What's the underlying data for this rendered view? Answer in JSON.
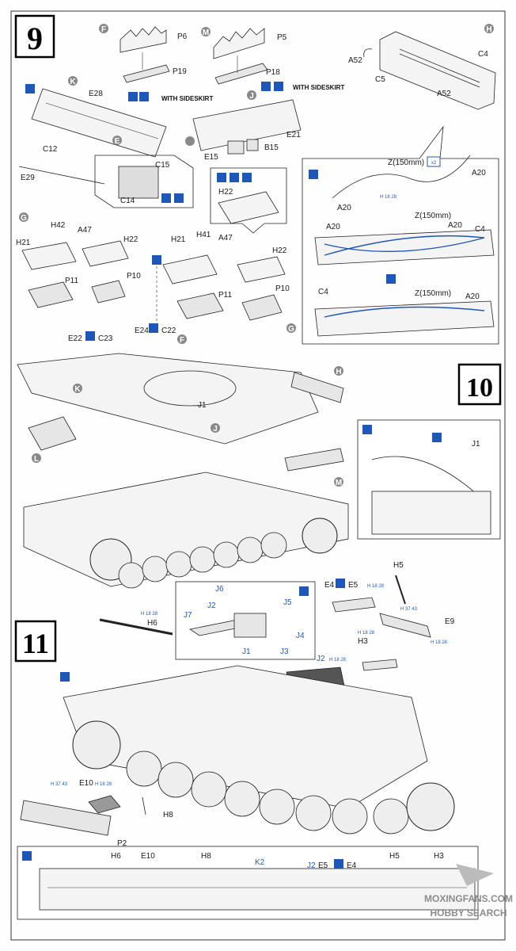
{
  "steps": [
    {
      "number": "9"
    },
    {
      "number": "10"
    },
    {
      "number": "11"
    }
  ],
  "notes": {
    "with_sideskirt_1": "WITH SIDESKIRT",
    "with_sideskirt_2": "WITH SIDESKIRT",
    "wire_qty": "x2"
  },
  "circle_labels": [
    "F",
    "M",
    "H",
    "K",
    "J",
    "E",
    "G",
    "G",
    "L",
    "M",
    "H",
    "F",
    "K",
    "J"
  ],
  "part_labels": {
    "p6": "P6",
    "p19": "P19",
    "p5": "P5",
    "p18": "P18",
    "a52a": "A52",
    "c4a": "C4",
    "c5": "C5",
    "a52b": "A52",
    "e28": "E28",
    "c12": "C12",
    "e29": "E29",
    "c15": "C15",
    "c14": "C14",
    "e21": "E21",
    "e15": "E15",
    "b15": "B15",
    "h22a": "H22",
    "z150a": "Z(150mm)",
    "a20a": "A20",
    "a20b": "A20",
    "a20c": "A20",
    "z150b": "Z(150mm)",
    "a20d": "A20",
    "c4b": "C4",
    "c4c": "C4",
    "z150c": "Z(150mm)",
    "a20e": "A20",
    "h42": "H42",
    "a47a": "A47",
    "h21a": "H21",
    "h22b": "H22",
    "p11a": "P11",
    "p10a": "P10",
    "h21b": "H21",
    "h41": "H41",
    "a47b": "A47",
    "h22c": "H22",
    "p11b": "P11",
    "p10b": "P10",
    "e22": "E22",
    "c23": "C23",
    "e24": "E24",
    "c22": "C22",
    "j1a": "J1",
    "j1b": "J1",
    "h5a": "H5",
    "e4a": "E4",
    "e5a": "E5",
    "e9": "E9",
    "h3a": "H3",
    "h6a": "H6",
    "j6": "J6",
    "j7": "J7",
    "j2a": "J2",
    "j5": "J5",
    "j4": "J4",
    "j1c": "J1",
    "j3": "J3",
    "j2b": "J2",
    "e10a": "E10",
    "h8a": "H8",
    "p2": "P2",
    "h6b": "H6",
    "e10b": "E10",
    "h8b": "H8",
    "k2": "K2",
    "j2c": "J2",
    "e5b": "E5",
    "e4b": "E4",
    "h5b": "H5",
    "h3b": "H3"
  },
  "paint_refs": {
    "r1": "H 18 28",
    "r2": "H 18 28",
    "r3": "H 37 43",
    "r4": "H 18 28",
    "r5": "H 18 28",
    "r6": "H 18 28",
    "r7": "H 37 43",
    "r8": "H 18 28",
    "r9": "H 18 28"
  },
  "watermark": {
    "line1": "MOXINGFANS.COM",
    "line2": "HOBBY SEARCH"
  },
  "colors": {
    "ink": "#222222",
    "accent_blue": "#1f57b8",
    "paper": "#fefefe",
    "watermark": "#8c8c8c"
  }
}
